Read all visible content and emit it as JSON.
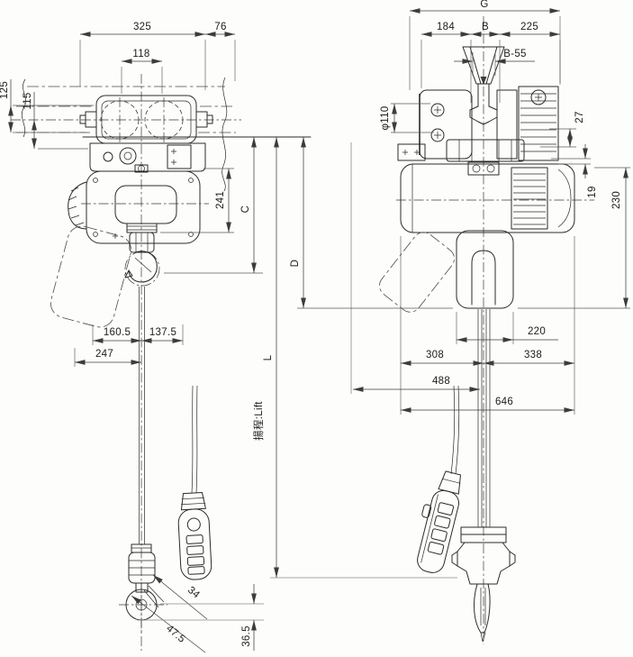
{
  "style": {
    "line_color": "#2a2a2a",
    "dim_color": "#3c3c3c",
    "background": "#fdfdfc"
  },
  "dims": {
    "front": {
      "w325": "325",
      "w76": "76",
      "w118": "118",
      "h125": "125",
      "h115": "115",
      "h241": "241",
      "hC": "C",
      "hD": "D",
      "hL": "L",
      "w160_5": "160.5",
      "w137_5": "137.5",
      "w247": "247",
      "d34": "34",
      "d47_5": "47.5",
      "h36_5": "36.5",
      "lift": "揚程:Lift"
    },
    "side": {
      "wG": "G",
      "w184": "184",
      "wB": "B",
      "w225": "225",
      "wB55": "B-55",
      "phi110": "φ110",
      "h27": "27",
      "h19": "19",
      "h230": "230",
      "w220": "220",
      "w308": "308",
      "w338": "338",
      "w488": "488",
      "w646": "646"
    }
  }
}
